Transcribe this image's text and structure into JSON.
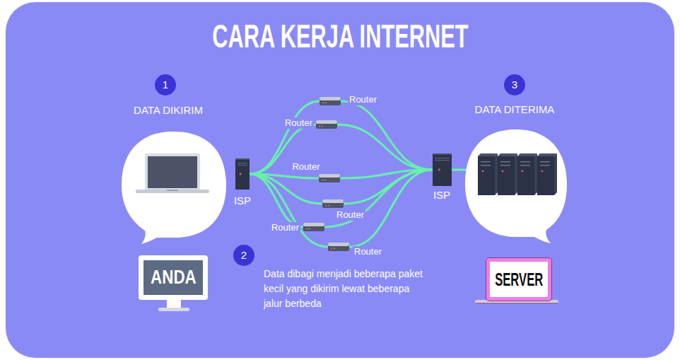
{
  "diagram": {
    "title": "CARA KERJA INTERNET",
    "nodes": [
      {
        "text": [
          "ISP"
        ]
      },
      {
        "text": [
          "Router"
        ]
      },
      {
        "text": [
          "Router"
        ]
      },
      {
        "text": [
          "Router"
        ]
      },
      {
        "text": [
          "Router"
        ]
      },
      {
        "text": [
          "Router"
        ]
      },
      {
        "text": [
          "Router"
        ]
      },
      {
        "text": [
          "ISP"
        ]
      },
      {
        "text": [
          "ANDA"
        ]
      },
      {
        "text": [
          "SERVER"
        ]
      }
    ],
    "edges": [
      {
        "from": 0,
        "to": 1,
        "arrow": "none"
      },
      {
        "from": 0,
        "to": 2,
        "arrow": "none"
      },
      {
        "from": 0,
        "to": 3,
        "arrow": "none"
      },
      {
        "from": 0,
        "to": 4,
        "arrow": "none"
      },
      {
        "from": 0,
        "to": 5,
        "arrow": "none"
      },
      {
        "from": 0,
        "to": 6,
        "arrow": "none"
      },
      {
        "from": 1,
        "to": 7,
        "arrow": "none"
      },
      {
        "from": 2,
        "to": 7,
        "arrow": "none"
      },
      {
        "from": 3,
        "to": 7,
        "arrow": "none"
      },
      {
        "from": 4,
        "to": 7,
        "arrow": "none"
      },
      {
        "from": 5,
        "to": 7,
        "arrow": "none"
      },
      {
        "from": 6,
        "to": 7,
        "arrow": "none"
      }
    ],
    "labels": [
      "1",
      "DATA DIKIRIM",
      "3",
      "DATA DITERIMA",
      "2",
      "Data dibagi menjadi beberapa paket kecil yang dikirim lewat beberapa jalur berbeda"
    ]
  }
}
